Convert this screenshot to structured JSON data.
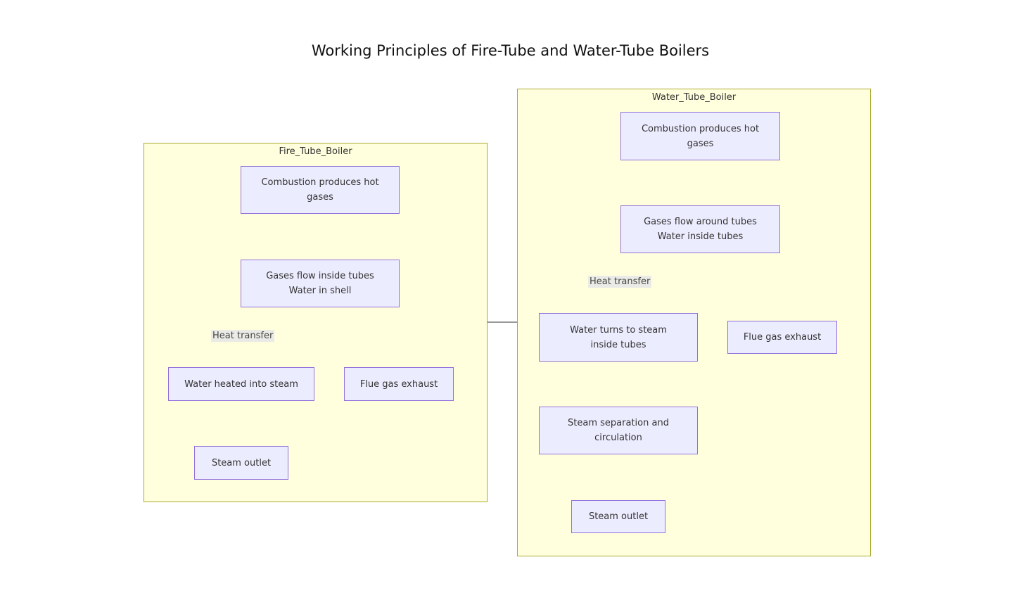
{
  "title": "Working Principles of Fire-Tube and Water-Tube Boilers",
  "colors": {
    "cluster_fill": "#ffffde",
    "cluster_stroke": "#aaaa33",
    "node_fill": "#ececff",
    "node_stroke": "#9370db",
    "edge": "#333333",
    "edge_label_bg": "#e8e8e8"
  },
  "clusters": [
    {
      "id": "Fire_Tube_Boiler",
      "label": "Fire_Tube_Boiler",
      "nodes": [
        {
          "id": "F1",
          "label": "Combustion produces hot\ngases"
        },
        {
          "id": "F2",
          "label": "Gases flow inside tubes\nWater in shell"
        },
        {
          "id": "F3",
          "label": "Water heated into steam"
        },
        {
          "id": "F4",
          "label": "Flue gas exhaust"
        },
        {
          "id": "F5",
          "label": "Steam outlet"
        }
      ]
    },
    {
      "id": "Water_Tube_Boiler",
      "label": "Water_Tube_Boiler",
      "nodes": [
        {
          "id": "W1",
          "label": "Combustion produces hot\ngases"
        },
        {
          "id": "W2",
          "label": "Gases flow around tubes\nWater inside tubes"
        },
        {
          "id": "W3",
          "label": "Water turns to steam\ninside tubes"
        },
        {
          "id": "W4",
          "label": "Flue gas exhaust"
        },
        {
          "id": "W5",
          "label": "Steam separation and\ncirculation"
        },
        {
          "id": "W6",
          "label": "Steam outlet"
        }
      ]
    }
  ],
  "edges": [
    {
      "from": "F1",
      "to": "F2",
      "label": ""
    },
    {
      "from": "F2",
      "to": "F3",
      "label": "Heat transfer"
    },
    {
      "from": "F2",
      "to": "F4",
      "label": ""
    },
    {
      "from": "F3",
      "to": "F5",
      "label": ""
    },
    {
      "from": "W1",
      "to": "W2",
      "label": ""
    },
    {
      "from": "W2",
      "to": "W3",
      "label": "Heat transfer"
    },
    {
      "from": "W2",
      "to": "W4",
      "label": ""
    },
    {
      "from": "W3",
      "to": "W5",
      "label": ""
    },
    {
      "from": "W5",
      "to": "W6",
      "label": ""
    },
    {
      "from": "Fire_Tube_Boiler",
      "to": "Water_Tube_Boiler",
      "label": ""
    }
  ]
}
